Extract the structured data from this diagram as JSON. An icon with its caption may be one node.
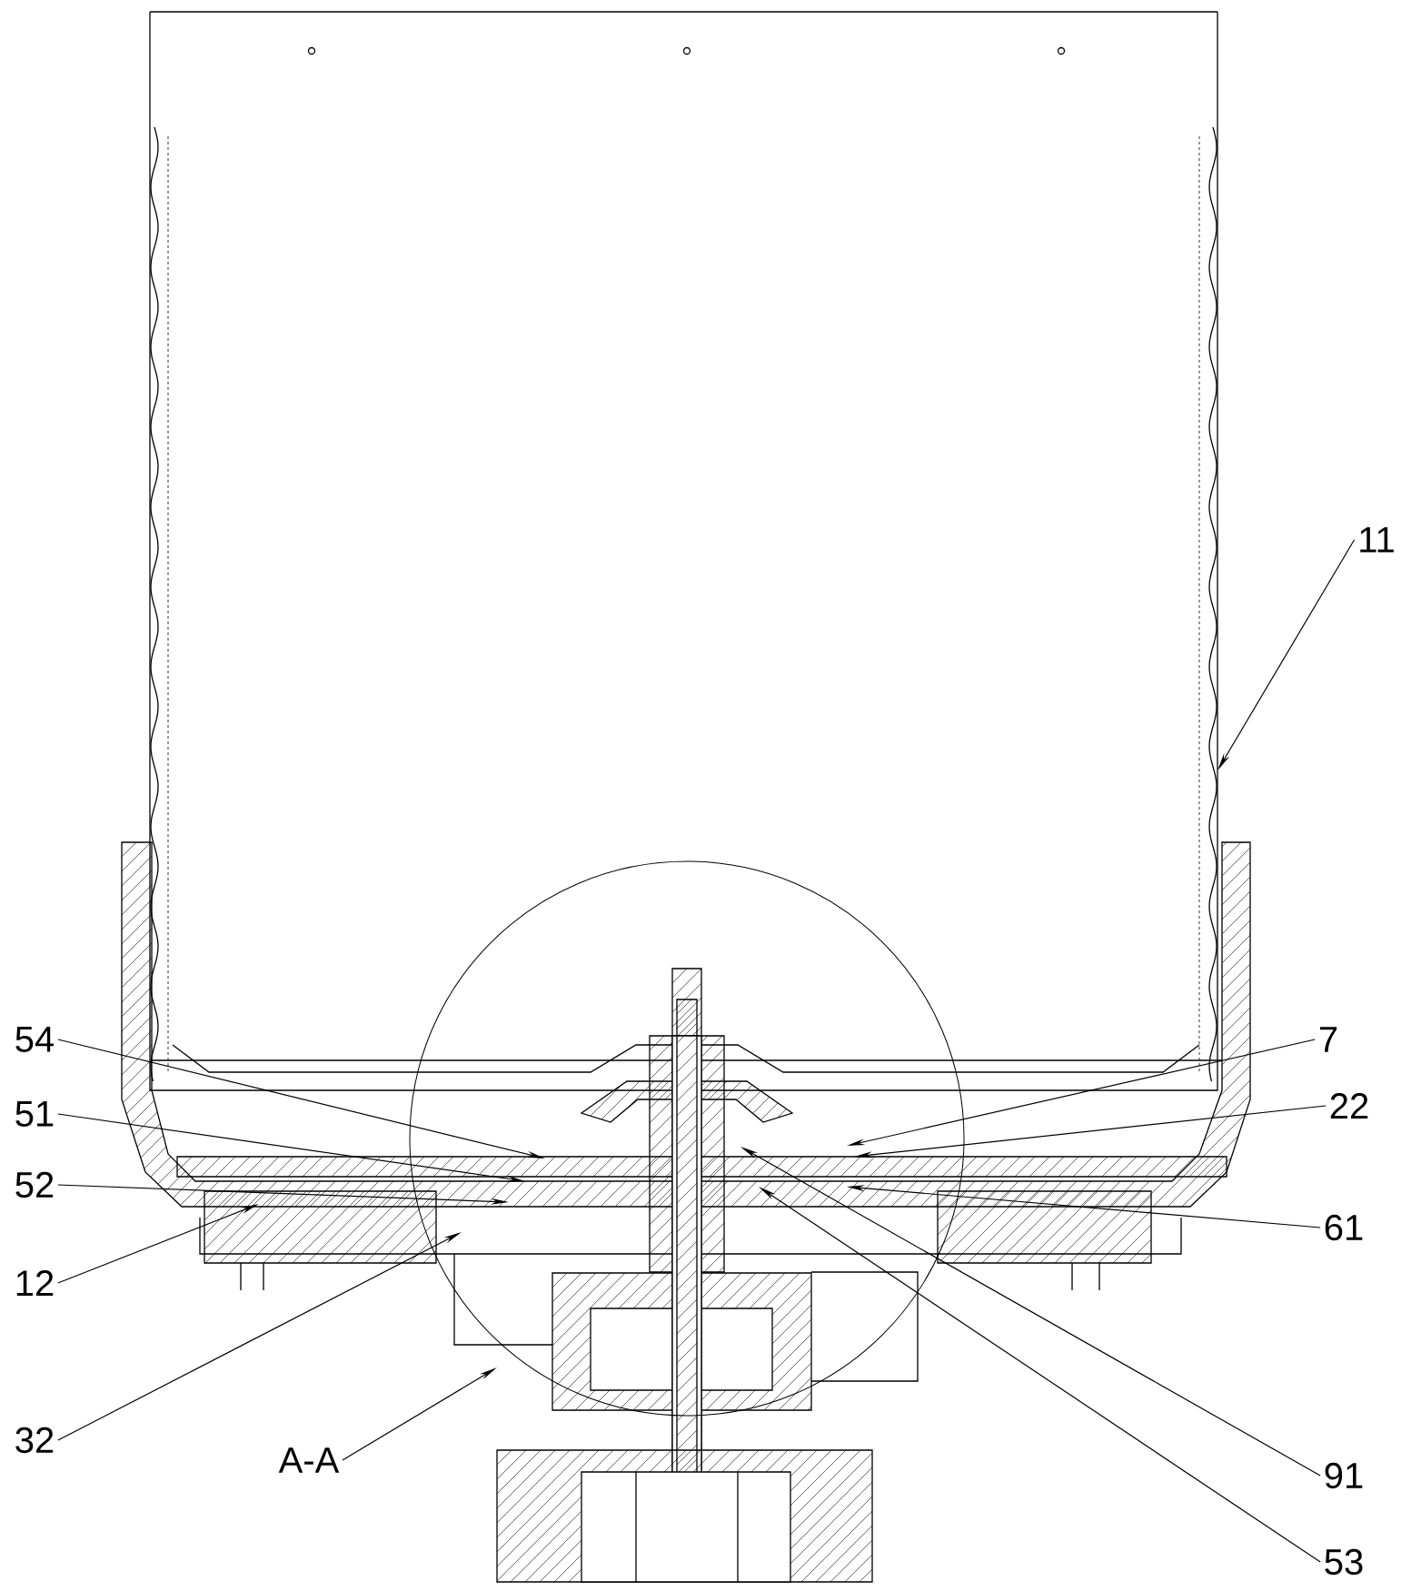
{
  "diagram": {
    "nodes": [
      {
        "text": [
          "11"
        ]
      },
      {
        "text": [
          "54"
        ]
      },
      {
        "text": [
          "7"
        ]
      },
      {
        "text": [
          "51"
        ]
      },
      {
        "text": [
          "22"
        ]
      },
      {
        "text": [
          "52"
        ]
      },
      {
        "text": [
          "61"
        ]
      },
      {
        "text": [
          "12"
        ]
      },
      {
        "text": [
          "32"
        ]
      },
      {
        "text": [
          "A-A"
        ]
      },
      {
        "text": [
          "91"
        ]
      },
      {
        "text": [
          "53"
        ]
      }
    ],
    "edges": [
      {
        "from": 0,
        "to": null,
        "arrow": "to"
      },
      {
        "from": 1,
        "to": null,
        "arrow": "to"
      },
      {
        "from": 2,
        "to": null,
        "arrow": "to"
      },
      {
        "from": 3,
        "to": null,
        "arrow": "to"
      },
      {
        "from": 4,
        "to": null,
        "arrow": "to"
      },
      {
        "from": 5,
        "to": null,
        "arrow": "to"
      },
      {
        "from": 6,
        "to": null,
        "arrow": "to"
      },
      {
        "from": 7,
        "to": null,
        "arrow": "to"
      },
      {
        "from": 8,
        "to": null,
        "arrow": "to"
      },
      {
        "from": 9,
        "to": null,
        "arrow": "to"
      },
      {
        "from": 10,
        "to": null,
        "arrow": "to"
      },
      {
        "from": 11,
        "to": null,
        "arrow": "to"
      }
    ]
  }
}
